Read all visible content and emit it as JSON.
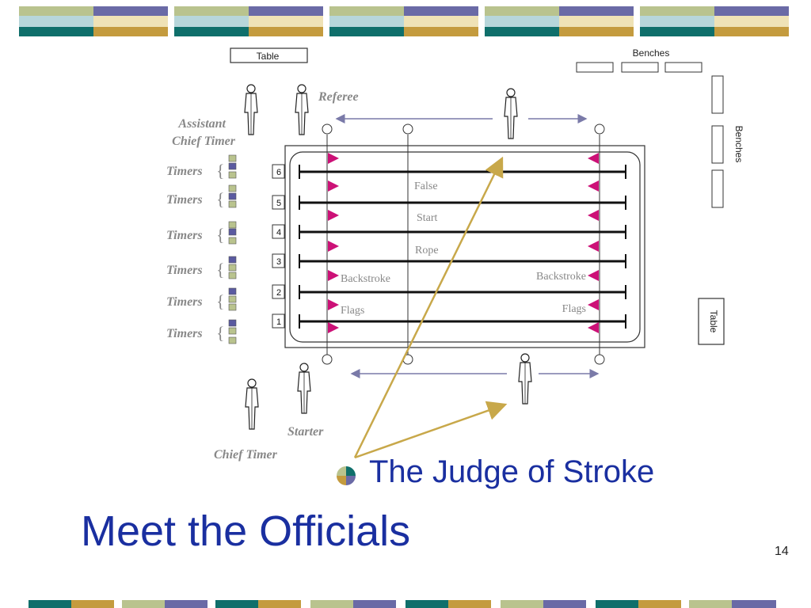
{
  "slide": {
    "title": "Meet the Officials",
    "page_number": "14",
    "bullet": "The Judge of Stroke"
  },
  "diagram": {
    "table_top": "Table",
    "table_right": "Table",
    "benches_top": "Benches",
    "benches_right": "Benches",
    "referee": "Referee",
    "assistant_chief_timer_line1": "Assistant",
    "assistant_chief_timer_line2": "Chief Timer",
    "timers_label": "Timers",
    "lane_numbers": [
      "6",
      "5",
      "4",
      "3",
      "2",
      "1"
    ],
    "false_start_rope": [
      "False",
      "Start",
      "Rope"
    ],
    "backstroke_flags_left": [
      "Backstroke",
      "Flags"
    ],
    "backstroke_flags_right": [
      "Backstroke",
      "Flags"
    ],
    "starter": "Starter",
    "chief_timer": "Chief Timer"
  },
  "colors": {
    "title_blue": "#1a2fa0",
    "label_grey": "#888888",
    "flag_magenta": "#cc1177",
    "pointer_gold": "#c8a84a",
    "arrow_purple": "#7a7aa8",
    "timer_green": "#b9c38e",
    "timer_blue": "#5a5aa0"
  }
}
